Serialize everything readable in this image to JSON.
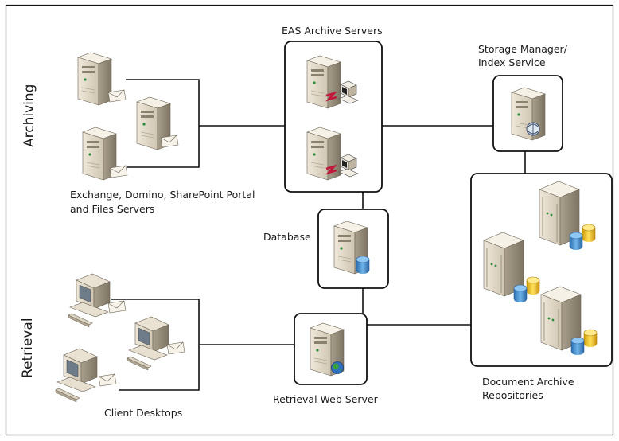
{
  "sections": {
    "archiving": "Archiving",
    "retrieval": "Retrieval"
  },
  "labels": {
    "eas_archive_servers": "EAS Archive Servers",
    "storage_manager_line1": "Storage Manager/",
    "storage_manager_line2": "Index Service",
    "source_servers_line1": "Exchange, Domino, SharePoint Portal",
    "source_servers_line2": "and Files Servers",
    "database": "Database",
    "retrieval_web_server": "Retrieval Web Server",
    "client_desktops": "Client Desktops",
    "repositories_line1": "Document Archive",
    "repositories_line2": "Repositories"
  },
  "colors": {
    "server_body": "#d9d0bf",
    "server_side": "#a99f8c",
    "database_blue": "#3f8fd0",
    "database_yellow": "#f2c81c",
    "archive_red": "#c0183a",
    "line": "#111111"
  },
  "icons": {
    "source_servers": "server-icon",
    "archive_servers": "archive-server-icon",
    "storage_manager": "index-server-icon",
    "database": "database-server-icon",
    "web_server": "web-server-icon",
    "desktops": "desktop-computer-icon",
    "repositories": "storage-server-icon"
  }
}
